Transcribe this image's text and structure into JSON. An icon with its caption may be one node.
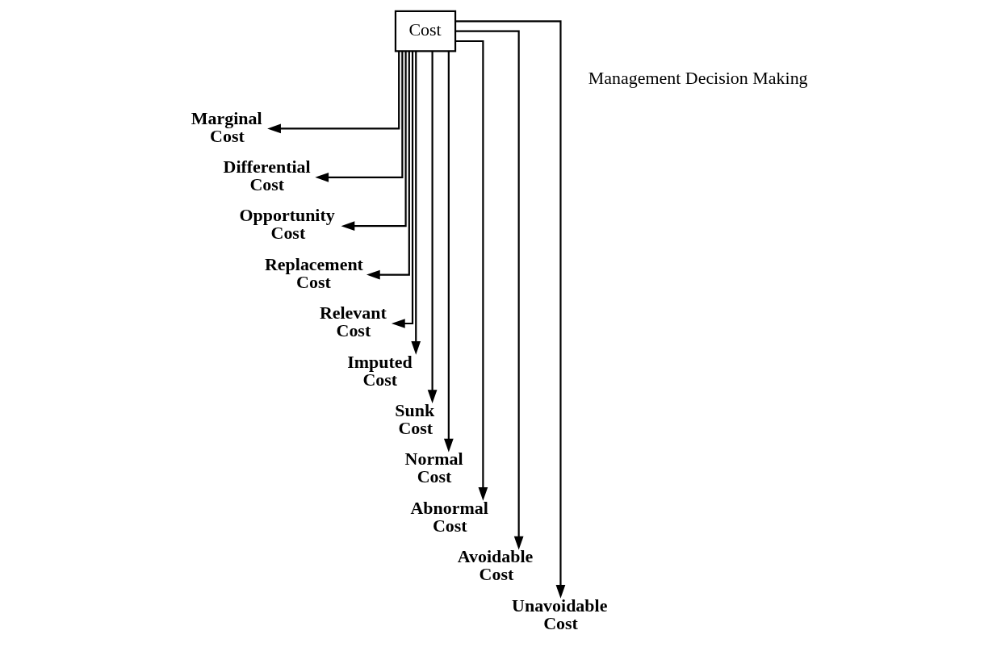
{
  "diagram": {
    "nodes": [
      {
        "text": [
          "Cost"
        ]
      },
      {
        "text": [
          "Marginal Cost"
        ]
      },
      {
        "text": [
          "Differential Cost"
        ]
      },
      {
        "text": [
          "Opportunity Cost"
        ]
      },
      {
        "text": [
          "Replacement Cost"
        ]
      },
      {
        "text": [
          "Relevant Cost"
        ]
      },
      {
        "text": [
          "Imputed Cost"
        ]
      },
      {
        "text": [
          "Sunk Cost"
        ]
      },
      {
        "text": [
          "Normal Cost"
        ]
      },
      {
        "text": [
          "Abnormal Cost"
        ]
      },
      {
        "text": [
          "Avoidable Cost"
        ]
      },
      {
        "text": [
          "Unavoidable Cost"
        ]
      }
    ],
    "edges": [
      {
        "from": 0,
        "to": 1,
        "arrow": "to"
      },
      {
        "from": 0,
        "to": 2,
        "arrow": "to"
      },
      {
        "from": 0,
        "to": 3,
        "arrow": "to"
      },
      {
        "from": 0,
        "to": 4,
        "arrow": "to"
      },
      {
        "from": 0,
        "to": 5,
        "arrow": "to"
      },
      {
        "from": 0,
        "to": 6,
        "arrow": "to"
      },
      {
        "from": 0,
        "to": 7,
        "arrow": "to"
      },
      {
        "from": 0,
        "to": 8,
        "arrow": "to"
      },
      {
        "from": 0,
        "to": 9,
        "arrow": "to"
      },
      {
        "from": 0,
        "to": 10,
        "arrow": "to"
      },
      {
        "from": 0,
        "to": 11,
        "arrow": "to"
      }
    ],
    "labels": [
      "Management Decision Making"
    ]
  }
}
